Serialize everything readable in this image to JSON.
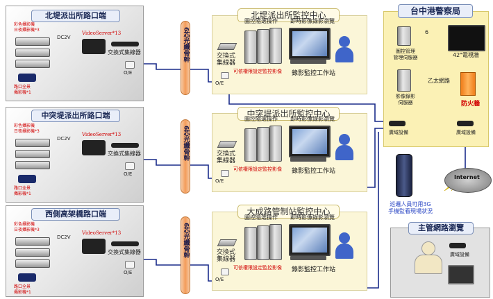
{
  "sites": [
    {
      "title": "北堤派出所路口端",
      "cam_note1": "彩色攝影機\n日夜攝影機*3",
      "power": "DC2V",
      "server_label": "VideoServer*13",
      "cam_note2": "路口全景\n攝影機*1",
      "switch_label": "交換式集線器",
      "oe_label": "O/E"
    },
    {
      "title": "中突堤派出所路口端",
      "cam_note1": "彩色攝影機\n日夜攝影機*3",
      "power": "DC2V",
      "server_label": "VideoServer*13",
      "cam_note2": "路口全景\n攝影機*1",
      "switch_label": "交換式集線器",
      "oe_label": "O/E"
    },
    {
      "title": "西側高架橋路口端",
      "cam_note1": "彩色攝影機\n日夜攝影機*3",
      "power": "DC2V",
      "server_label": "VideoServer*13",
      "cam_note2": "路口全景\n攝影機*1",
      "switch_label": "交換式集線器",
      "oe_label": "O/E"
    }
  ],
  "fiber_label": "6芯光纖骨幹",
  "centers": [
    {
      "title": "北堤派出所監控中心",
      "op_label": "圖控隨選操作",
      "view_label": "即時影像錄影瀏覽",
      "switch_label": "交換式\n集線器",
      "oe_label": "O/E",
      "note": "可依權限設定監控影像",
      "ws_label": "錄影監控工作站"
    },
    {
      "title": "中突堤派出所監控中心",
      "op_label": "圖控隨選操作",
      "view_label": "即時影像錄影瀏覽",
      "switch_label": "交換式\n集線器",
      "oe_label": "O/E",
      "note": "可依權限設定監控影像",
      "ws_label": "錄影監控工作站"
    },
    {
      "title": "大成路管制站監控中心",
      "op_label": "圖控隨選操作",
      "view_label": "即時影像錄影瀏覽",
      "switch_label": "交換式\n集線器",
      "oe_label": "O/E",
      "note": "可依權限設定監控影像",
      "ws_label": "錄影監控工作站"
    }
  ],
  "police": {
    "title": "台中港警察局",
    "mgmt_server": "圖控管理\n管理伺服器",
    "rec_server": "影像錄影\n伺服器",
    "tv_label": "42\"電視牆",
    "net_label": "乙太網路",
    "firewall": "防火牆",
    "domain_device": "廣域設備",
    "num6": "6",
    "domain_device2": "廣域設備"
  },
  "internet": {
    "label": "Internet"
  },
  "mobile_note": "巡邏人員可用3G\n手機監看現場狀況",
  "browse": {
    "title": "主管網路瀏覽",
    "device": "廣域設備"
  }
}
